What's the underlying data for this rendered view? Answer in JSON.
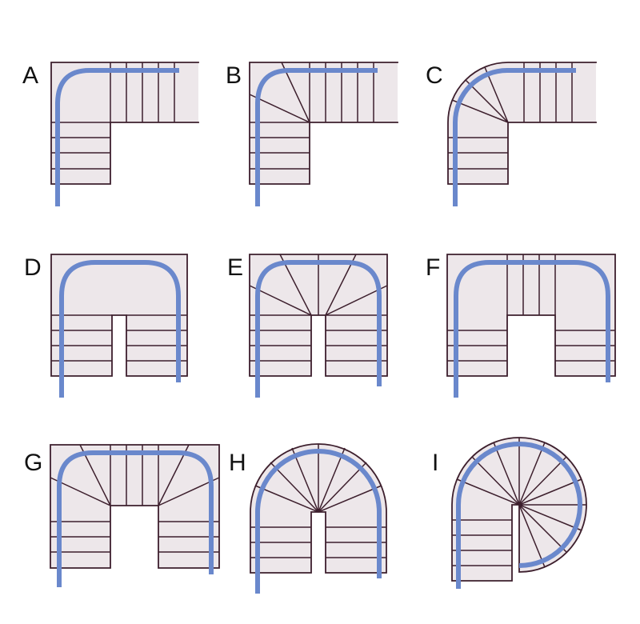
{
  "diagram": {
    "panels": [
      {
        "id": "a",
        "label": "A"
      },
      {
        "id": "b",
        "label": "B"
      },
      {
        "id": "c",
        "label": "C"
      },
      {
        "id": "d",
        "label": "D"
      },
      {
        "id": "e",
        "label": "E"
      },
      {
        "id": "f",
        "label": "F"
      },
      {
        "id": "g",
        "label": "G"
      },
      {
        "id": "h",
        "label": "H"
      },
      {
        "id": "i",
        "label": "I"
      }
    ],
    "colors": {
      "stair_fill": "#ede7ea",
      "stair_outline": "#3d1f2d",
      "walk_line": "#6a88cc"
    }
  }
}
